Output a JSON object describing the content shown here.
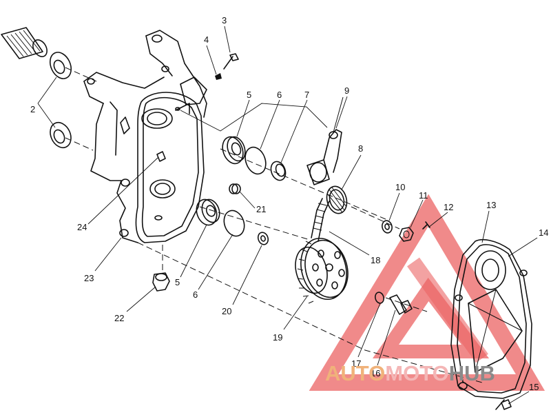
{
  "diagram": {
    "callouts": [
      "2",
      "3",
      "4",
      "5",
      "6",
      "7",
      "9",
      "8",
      "10",
      "11",
      "12",
      "13",
      "14",
      "21",
      "24",
      "23",
      "5",
      "6",
      "20",
      "18",
      "22",
      "19",
      "17",
      "16",
      "15"
    ]
  },
  "watermark": {
    "text_prefix": "AUTO",
    "text_middle": "MOTO",
    "text_suffix": "HUB",
    "color_prefix": "#f0b27a",
    "color_middle": "#f4b6b6",
    "color_suffix": "#8a8a8a",
    "logo_color": "#e84848",
    "logo_icon": "mountain-triangle-logo"
  }
}
